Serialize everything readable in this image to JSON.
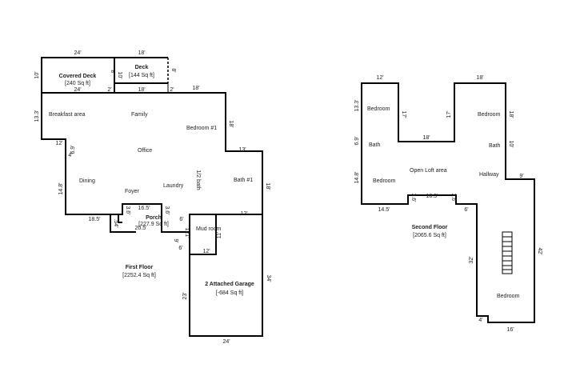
{
  "first_floor": {
    "title": "First Floor",
    "area": "[2252.4 Sq ft]",
    "rooms": {
      "covered_deck": "Covered Deck",
      "covered_deck_area": "[240 Sq ft]",
      "deck": "Deck",
      "deck_area": "[144 Sq ft]",
      "breakfast": "Breakfast area",
      "family": "Family",
      "bedroom1": "Bedroom #1",
      "office": "Office",
      "dining": "Dining",
      "foyer": "Foyer",
      "laundry": "Laundry",
      "half_bath": "1/2 bath",
      "bath1": "Bath #1",
      "porch": "Porch",
      "porch_area": "[227.9 Sq ft]",
      "mud_room": "Mud room",
      "garage": "2 Attached Garage",
      "garage_area": "[-684 Sq ft]"
    },
    "dims": {
      "d24_top": "24'",
      "d18_top": "18'",
      "d10_left": "10'",
      "d10_deck": "10'",
      "d8a": "8'",
      "d8b": "8'",
      "d24_inner": "24'",
      "d2a": "2'",
      "d18_deck_bottom": "18'",
      "d2b": "2'",
      "d18_right": "18'",
      "d13_3": "13.3'",
      "d18_vert": "18'",
      "d12": "12'",
      "d6_9": "6.9'",
      "d13": "13'",
      "d4": "4'",
      "d14_8": "14.8'",
      "d18_bath": "18'",
      "d16_5": "16.5'",
      "d3_6a": "3.6'",
      "d3_6b": "3.6'",
      "d18_5": "18.5'",
      "d5_4": ".54'",
      "d20_5": "20.5'",
      "d6a": "6'",
      "d12_garage_top": "12'",
      "d121": "121'",
      "d11": "11'",
      "d9": "9'",
      "d6b": "6'",
      "d12_garage": "12'",
      "d34": "34'",
      "d23": "23'",
      "d24_bottom": "24'"
    }
  },
  "second_floor": {
    "title": "Second Floor",
    "area": "[2065.6 Sq ft]",
    "rooms": {
      "bedroom_nw": "Bedroom",
      "bedroom_ne": "Bedroom",
      "bath_w": "Bath",
      "bath_e": "Bath",
      "bedroom_w": "Bedroom",
      "open_loft": "Open Loft area",
      "hallway": "Hallway",
      "bedroom_s": "Bedroom"
    },
    "dims": {
      "d12": "12'",
      "d18_top": "18'",
      "d13_3": "13.3'",
      "d17a": "17'",
      "d17b": "17'",
      "d18_right": "18'",
      "d18_mid": "18'",
      "d6_9": "6.9'",
      "d10": "10'",
      "d14_8": "14.8'",
      "d9": "9'",
      "d3_6a": "3.6'",
      "d16_5": "16.5'",
      "d3_6b": "3.6'",
      "d14_5": "14.5'",
      "d6": "6'",
      "d32": "32'",
      "d42": "42'",
      "d4": "4'",
      "d16": "16'"
    }
  }
}
